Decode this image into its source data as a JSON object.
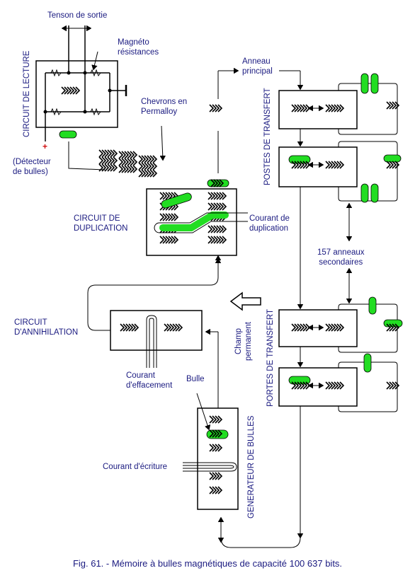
{
  "labels": {
    "output_voltage": "Tenson de sortie",
    "magneto": "Magnéto\nrésistances",
    "read_circuit": "CIRCUIT DE LECTURE",
    "plus_sign": "+",
    "bubble_detector": "(Détecteur\nde bulles)",
    "chevrons": "Chevrons en\nPermalloy",
    "main_ring": "Anneau\nprincipal",
    "transfer_posts_top": "POSTES DE TRANSFERT",
    "transfer_gates_bottom": "PORTES DE TRANSFERT",
    "duplication_circuit": "CIRCUIT DE\nDUPLICATION",
    "duplication_current": "Courant de\nduplication",
    "secondary_rings": "157 anneaux\nsecondaires",
    "annihilation_circuit": "CIRCUIT\nD'ANNIHILATION",
    "permanent_field": "Champ\npermanent",
    "erase_current": "Courant\nd'effacement",
    "bubble": "Bulle",
    "write_current": "Courant d'écriture",
    "bubble_generator": "GENERATEUR DE BULLES"
  },
  "caption": "Fig. 61. - Mémoire à bulles magnétiques de capacité 100 637 bits.",
  "colors": {
    "line": "#000000",
    "bubble": "#22dd22",
    "text": "#1a1a80",
    "plus": "#d01010"
  }
}
